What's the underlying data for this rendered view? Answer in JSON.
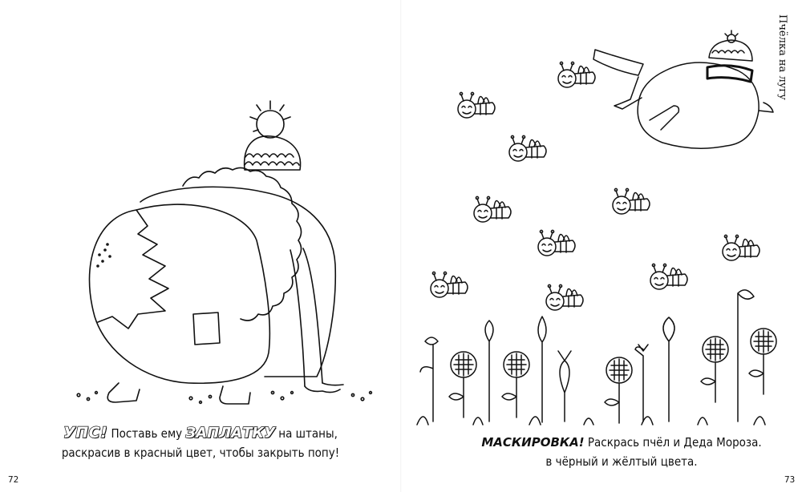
{
  "left_page": {
    "headline": "УПС!",
    "caption_part1": "Поставь ему",
    "highlight": "ЗАПЛАТКУ",
    "caption_part2": "на штаны,",
    "caption_line2": "раскрасив в красный цвет, чтобы закрыть попу!",
    "page_number": "72"
  },
  "right_page": {
    "running_head": "Пчёлка на лугу",
    "headline": "МАСКИРОВКА!",
    "caption_line1": "Раскрась пчёл и Деда Мороза.",
    "caption_line2": "в чёрный и жёлтый цвета.",
    "page_number": "73"
  },
  "icons": [
    "santa-icon",
    "bee-icon",
    "flower-icon"
  ],
  "colors": {
    "ink": "#111111",
    "paper": "#ffffff"
  }
}
